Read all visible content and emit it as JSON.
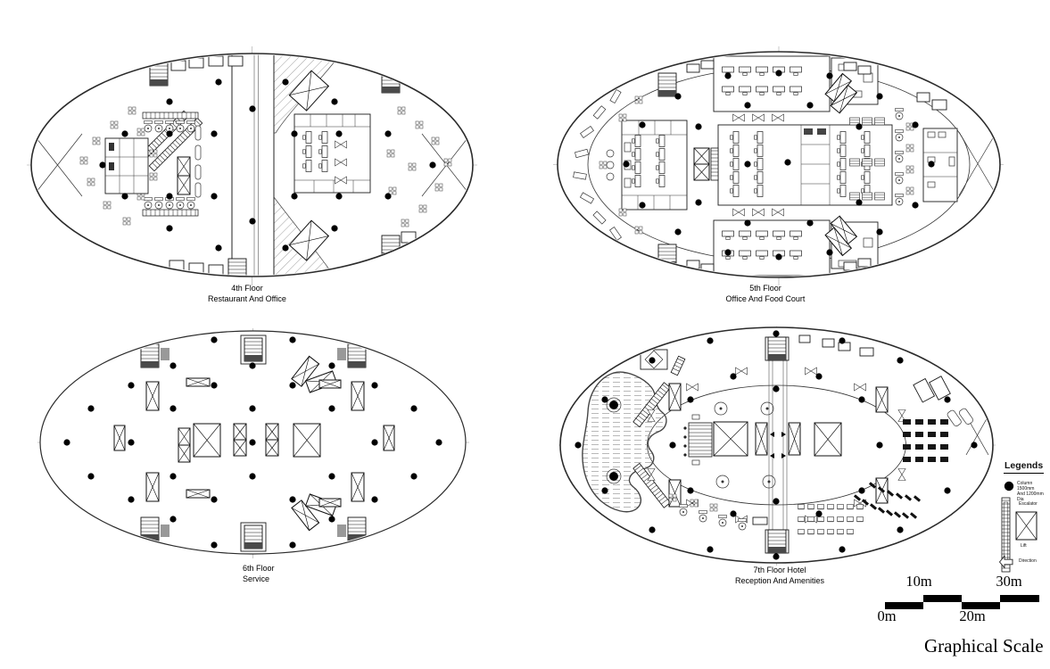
{
  "plans": [
    {
      "caption_line1": "4th Floor",
      "caption_line2": "Restaurant And Office"
    },
    {
      "caption_line1": "5th Floor",
      "caption_line2": "Office And Food Court"
    },
    {
      "caption_line1": "6th Floor",
      "caption_line2": "Service"
    },
    {
      "caption_line1": "7th Floor Hotel",
      "caption_line2": "Reception And Amenities"
    }
  ],
  "legend": {
    "title": "Legends",
    "column_label_line1": "Column 1500mm",
    "column_label_line2": "And 1200mm Dia",
    "escalator_label": "Escalator",
    "lift_label": "Lift",
    "direction_label": "Direction"
  },
  "scale": {
    "label_0": "0m",
    "label_10": "10m",
    "label_20": "20m",
    "label_30": "30m",
    "caption": "Graphical Scale"
  },
  "colors": {
    "ink": "#111111",
    "column_fill": "#000000"
  }
}
